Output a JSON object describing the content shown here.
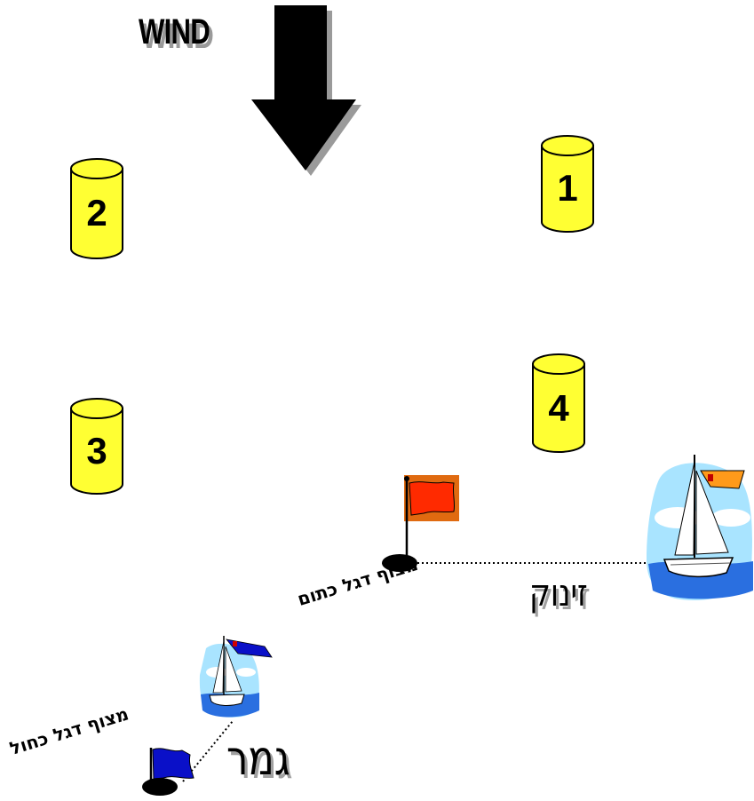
{
  "wind": {
    "label": "WIND"
  },
  "buoys": [
    {
      "number": "1"
    },
    {
      "number": "2"
    },
    {
      "number": "3"
    },
    {
      "number": "4"
    }
  ],
  "labels": {
    "start": "זינוק",
    "finish": "גמר",
    "orange_flag_mark": "מצוף דגל כתום",
    "blue_flag_mark": "מצוף דגל כחול"
  },
  "colors": {
    "buoy_fill": "#ffff33",
    "orange_flag": "#e06a10",
    "red_flag": "#ff2a00",
    "blue_flag": "#0a10c8",
    "sky": "#a9e4ff",
    "sea": "#2a6fe0"
  }
}
